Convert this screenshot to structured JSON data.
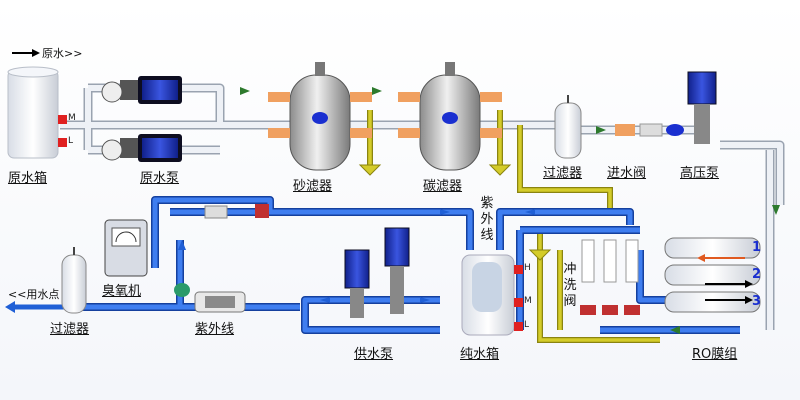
{
  "legend": {
    "raw_water": "原水>>",
    "use_point": "<<用水点"
  },
  "labels": {
    "raw_tank": "原水箱",
    "raw_pump": "原水泵",
    "sand_filter": "砂滤器",
    "carbon_filter": "碳滤器",
    "filter1": "过滤器",
    "inlet_valve": "进水阀",
    "high_pump": "高压泵",
    "ozone": "臭氧机",
    "uv": "紫外线",
    "supply_pump": "供水泵",
    "pure_tank": "纯水箱",
    "ro": "RO膜组",
    "filter2": "过滤器",
    "uv_vertical": "紫外线",
    "flush_valve": "冲洗阀"
  },
  "levels": {
    "h": "H",
    "m": "M",
    "l": "L"
  },
  "ro_stages": [
    "1",
    "2",
    "3"
  ],
  "colors": {
    "pipe_blue": "#1f5fd6",
    "pipe_white": "#e8ecf2",
    "pipe_yellow": "#c9c020",
    "pump_blue": "#1c2fb0",
    "level_red": "#e02020"
  }
}
